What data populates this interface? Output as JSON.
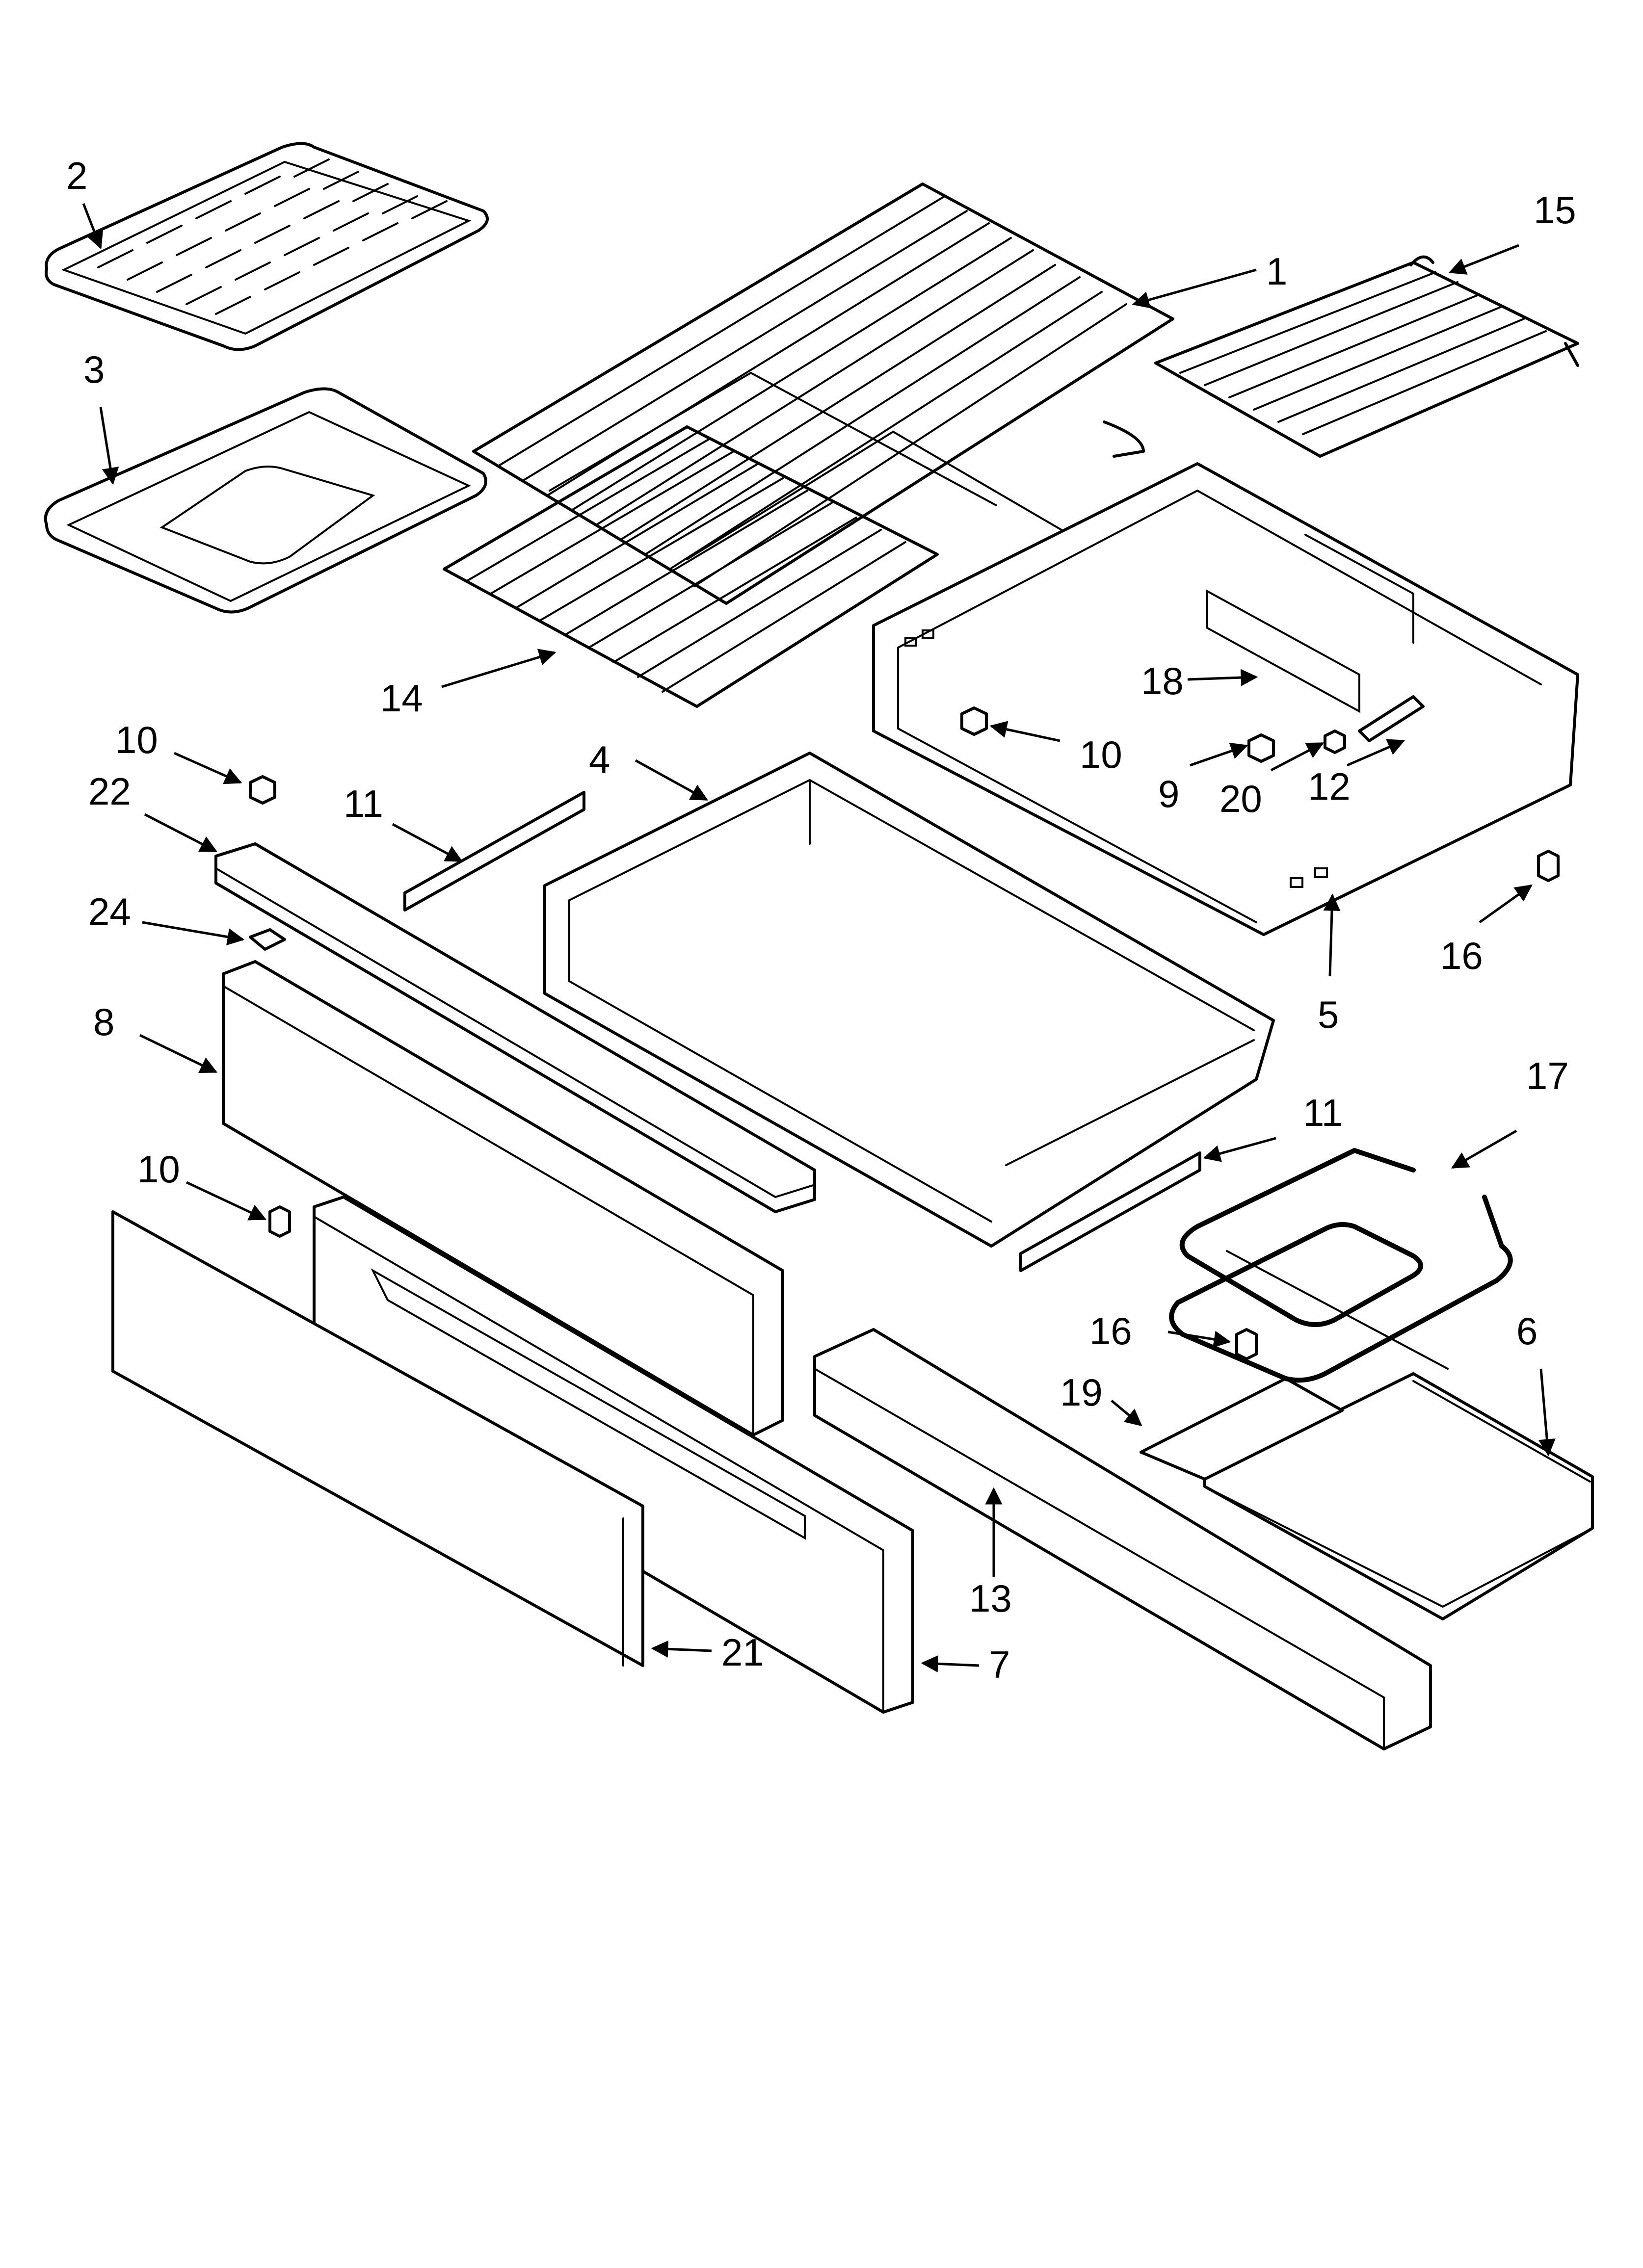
{
  "callouts": [
    {
      "id": "c2",
      "text": "2"
    },
    {
      "id": "c3",
      "text": "3"
    },
    {
      "id": "c1",
      "text": "1"
    },
    {
      "id": "c15",
      "text": "15"
    },
    {
      "id": "c14",
      "text": "14"
    },
    {
      "id": "c18",
      "text": "18"
    },
    {
      "id": "c10a",
      "text": "10"
    },
    {
      "id": "c9",
      "text": "9"
    },
    {
      "id": "c20",
      "text": "20"
    },
    {
      "id": "c12",
      "text": "12"
    },
    {
      "id": "c10b",
      "text": "10"
    },
    {
      "id": "c22",
      "text": "22"
    },
    {
      "id": "c11a",
      "text": "11"
    },
    {
      "id": "c4",
      "text": "4"
    },
    {
      "id": "c16a",
      "text": "16"
    },
    {
      "id": "c24",
      "text": "24"
    },
    {
      "id": "c5",
      "text": "5"
    },
    {
      "id": "c8",
      "text": "8"
    },
    {
      "id": "c17",
      "text": "17"
    },
    {
      "id": "c11b",
      "text": "11"
    },
    {
      "id": "c10c",
      "text": "10"
    },
    {
      "id": "c16b",
      "text": "16"
    },
    {
      "id": "c6",
      "text": "6"
    },
    {
      "id": "c19",
      "text": "19"
    },
    {
      "id": "c13",
      "text": "13"
    },
    {
      "id": "c21",
      "text": "21"
    },
    {
      "id": "c7",
      "text": "7"
    }
  ]
}
